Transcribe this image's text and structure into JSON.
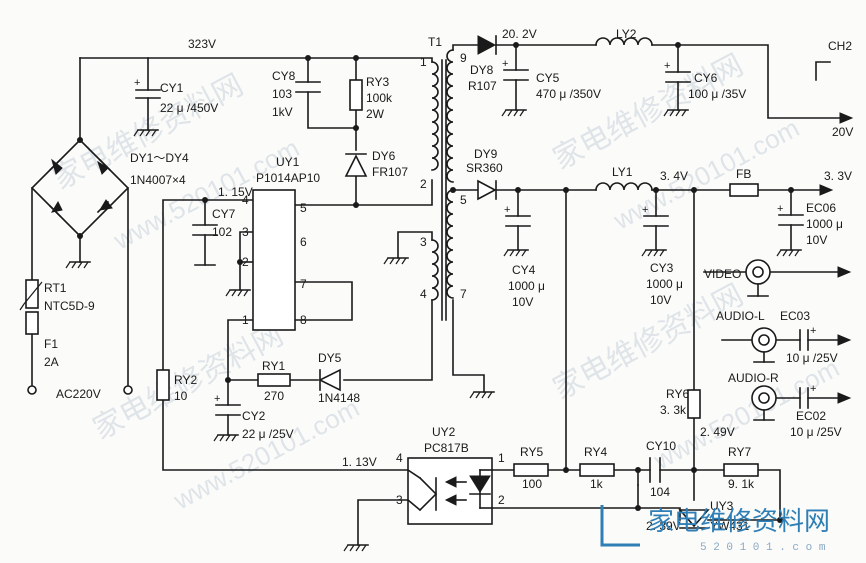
{
  "labels": {
    "v323": "323V",
    "t1": "T1",
    "cy1": "CY1",
    "cy1_val": "22 μ /450V",
    "cy8": "CY8",
    "cy8_val": "103",
    "cy8_v": "1kV",
    "ry3": "RY3",
    "ry3_val": "100k",
    "ry3_w": "2W",
    "dy6": "DY6",
    "dy6_val": "FR107",
    "dy1_4": "DY1～DY4",
    "dy1_4_val": "1N4007×4",
    "uy1": "UY1",
    "uy1_val": "P1014AP10",
    "v115": "1. 15V",
    "cy7": "CY7",
    "cy7_val": "102",
    "rt1": "RT1",
    "rt1_val": "NTC5D-9",
    "f1": "F1",
    "f1_val": "2A",
    "ac220": "AC220V",
    "ry2": "RY2",
    "ry2_val": "10",
    "ry1": "RY1",
    "ry1_val": "270",
    "dy5": "DY5",
    "dy5_val": "1N4148",
    "cy2": "CY2",
    "cy2_val": "22 μ /25V",
    "v113": "1. 13V",
    "uy2": "UY2",
    "uy2_val": "PC817B",
    "v202": "20. 2V",
    "ly2": "LY2",
    "dy8": "DY8",
    "dy8_val": "R107",
    "cy5": "CY5",
    "cy5_val": "470 μ /350V",
    "cy6": "CY6",
    "cy6_val": "100 μ /35V",
    "ch2": "CH2",
    "v20": "20V",
    "dy9": "DY9",
    "dy9_val": "SR360",
    "ly1": "LY1",
    "v34": "3. 4V",
    "fb": "FB",
    "v33": "3. 3V",
    "ec06": "EC06",
    "ec06_val": "1000 μ",
    "ec06_v": "10V",
    "cy4": "CY4",
    "cy4_val": "1000 μ",
    "cy4_v": "10V",
    "cy3": "CY3",
    "cy3_val": "1000 μ",
    "cy3_v": "10V",
    "video": "VIDEO",
    "audio_l": "AUDIO-L",
    "ec03": "EC03",
    "ec03_val": "10 μ /25V",
    "audio_r": "AUDIO-R",
    "ec02": "EC02",
    "ec02_val": "10 μ /25V",
    "ry6": "RY6",
    "ry6_val": "3. 3k",
    "v249": "2. 49V",
    "ry5": "RY5",
    "ry5_val": "100",
    "ry4": "RY4",
    "ry4_val": "1k",
    "cy10": "CY10",
    "cy10_val": "104",
    "ry7": "RY7",
    "ry7_val": "9. 1k",
    "uy3": "UY3",
    "uy3_val": "YW431",
    "v239": "2. 39V"
  },
  "pins": {
    "uy1_1": "1",
    "uy1_2": "2",
    "uy1_3": "3",
    "uy1_4": "4",
    "uy1_5": "5",
    "uy1_6": "6",
    "uy1_7": "7",
    "uy1_8": "8",
    "uy2_1": "1",
    "uy2_2": "2",
    "uy2_3": "3",
    "uy2_4": "4",
    "t1_1": "1",
    "t1_2": "2",
    "t1_3": "3",
    "t1_4": "4",
    "t1_5": "5",
    "t1_7": "7",
    "t1_9": "9"
  },
  "watermark": {
    "cn": "家电维修资料网",
    "url": "www.520101.com",
    "logo_cn": "家电维修资料网",
    "logo_url": "5 2 0 1 0 1 . c o m"
  }
}
